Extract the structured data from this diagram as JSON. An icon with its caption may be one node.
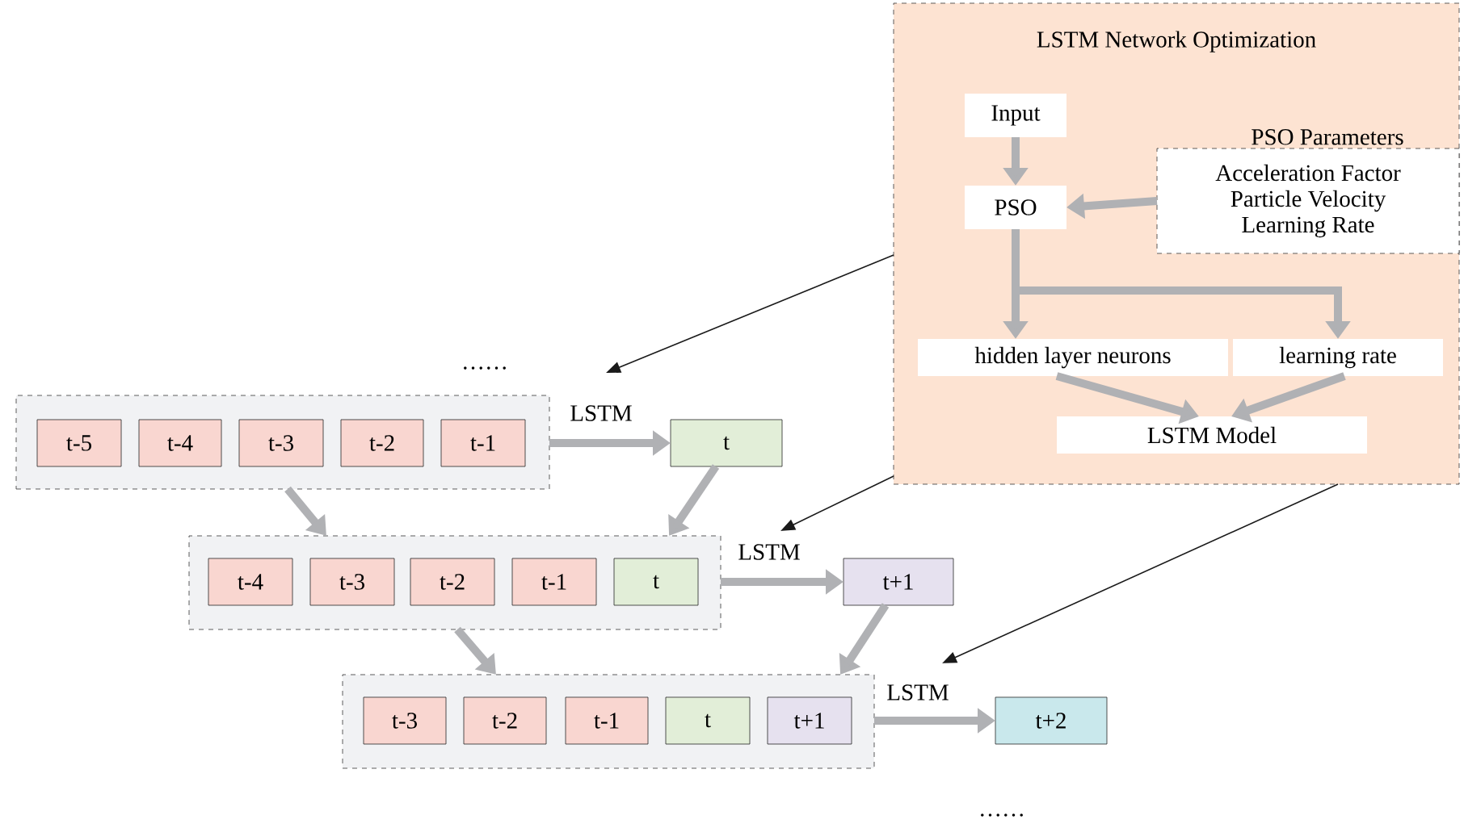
{
  "diagram": {
    "nodes": [
      {
        "text": [
          "LSTM Network Optimization"
        ]
      },
      {
        "text": [
          "Input"
        ],
        "in": 0
      },
      {
        "text": [
          "PSO"
        ],
        "in": 0
      },
      {
        "text": [
          "PSO Parameters",
          "Acceleration Factor",
          "Particle Velocity",
          "Learning Rate"
        ],
        "in": 0
      },
      {
        "text": [
          "hidden layer neurons"
        ],
        "in": 0
      },
      {
        "text": [
          "learning rate"
        ],
        "in": 0
      },
      {
        "text": [
          "LSTM Model"
        ],
        "in": 0
      },
      {
        "text": [],
        "shape": "box"
      },
      {
        "text": [
          "t-5"
        ],
        "in": 7
      },
      {
        "text": [
          "t-4"
        ],
        "in": 7
      },
      {
        "text": [
          "t-3"
        ],
        "in": 7
      },
      {
        "text": [
          "t-2"
        ],
        "in": 7
      },
      {
        "text": [
          "t-1"
        ],
        "in": 7
      },
      {
        "text": [
          "t"
        ]
      },
      {
        "text": [],
        "shape": "box"
      },
      {
        "text": [
          "t-4"
        ],
        "in": 14
      },
      {
        "text": [
          "t-3"
        ],
        "in": 14
      },
      {
        "text": [
          "t-2"
        ],
        "in": 14
      },
      {
        "text": [
          "t-1"
        ],
        "in": 14
      },
      {
        "text": [
          "t"
        ],
        "in": 14
      },
      {
        "text": [
          "t+1"
        ]
      },
      {
        "text": [],
        "shape": "box"
      },
      {
        "text": [
          "t-3"
        ],
        "in": 21
      },
      {
        "text": [
          "t-2"
        ],
        "in": 21
      },
      {
        "text": [
          "t-1"
        ],
        "in": 21
      },
      {
        "text": [
          "t"
        ],
        "in": 21
      },
      {
        "text": [
          "t+1"
        ],
        "in": 21
      },
      {
        "text": [
          "t+2"
        ]
      }
    ],
    "edges": [
      {
        "from": 1,
        "to": 2,
        "arrow": "to"
      },
      {
        "from": 3,
        "to": 2,
        "arrow": "to"
      },
      {
        "from": 2,
        "to": 4,
        "arrow": "to"
      },
      {
        "from": 2,
        "to": 5,
        "arrow": "to"
      },
      {
        "from": 4,
        "to": 6,
        "arrow": "to"
      },
      {
        "from": 5,
        "to": 6,
        "arrow": "to"
      },
      {
        "from": 7,
        "to": 13,
        "arrow": "to",
        "label": "LSTM"
      },
      {
        "from": 7,
        "to": 14,
        "arrow": "to"
      },
      {
        "from": 13,
        "to": 14,
        "arrow": "to"
      },
      {
        "from": 14,
        "to": 20,
        "arrow": "to",
        "label": "LSTM"
      },
      {
        "from": 14,
        "to": 21,
        "arrow": "to"
      },
      {
        "from": 20,
        "to": 21,
        "arrow": "to"
      },
      {
        "from": 21,
        "to": 27,
        "arrow": "to",
        "label": "LSTM"
      },
      {
        "from": 0,
        "to": null,
        "arrow": "to",
        "color": "#1a1a1a"
      },
      {
        "from": 0,
        "to": null,
        "arrow": "to",
        "color": "#1a1a1a"
      },
      {
        "from": 0,
        "to": null,
        "arrow": "to",
        "color": "#1a1a1a"
      }
    ],
    "labels": [
      "……",
      "……"
    ]
  }
}
